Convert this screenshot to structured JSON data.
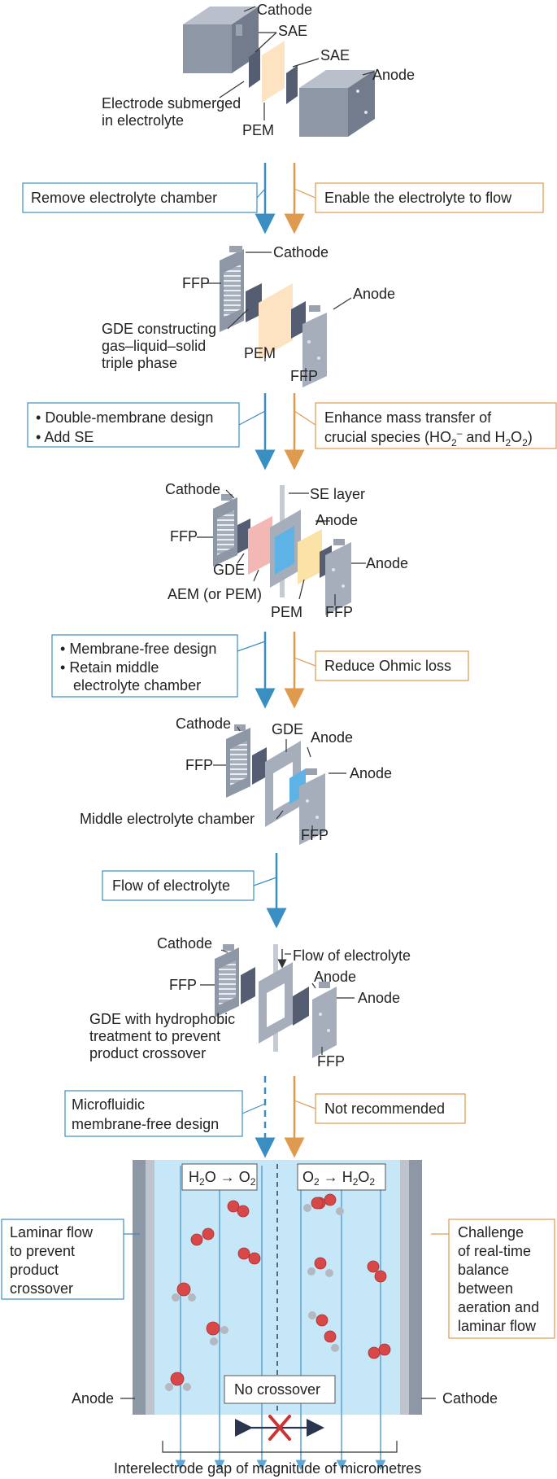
{
  "stage1": {
    "cathode": "Cathode",
    "sae_left": "SAE",
    "sae_right": "SAE",
    "anode": "Anode",
    "submerged_line1": "Electrode submerged",
    "submerged_line2": "in electrolyte",
    "pem": "PEM"
  },
  "step1": {
    "left_box": "Remove electrolyte chamber",
    "right_box": "Enable the electrolyte to flow"
  },
  "stage2": {
    "cathode": "Cathode",
    "ffp_left": "FFP",
    "anode": "Anode",
    "gde_line1": "GDE constructing",
    "gde_line2": "gas–liquid–solid",
    "gde_line3": "triple phase",
    "pem": "PEM",
    "ffp_right": "FFP"
  },
  "step2": {
    "left_item1": "Double-membrane design",
    "left_item2": "Add SE",
    "right_line1": "Enhance mass transfer of",
    "right_line2_pre": "crucial species (HO",
    "right_line2_sub": "2",
    "right_line2_sup": "–",
    "right_line2_mid": " and H",
    "right_line2_sub2": "2",
    "right_line2_mid2": "O",
    "right_line2_sub3": "2",
    "right_line2_end": ")"
  },
  "stage3": {
    "cathode": "Cathode",
    "se_layer": "SE layer",
    "anode_top": "Anode",
    "ffp_left": "FFP",
    "anode_right": "Anode",
    "gde": "GDE",
    "aem": "AEM (or PEM)",
    "pem": "PEM",
    "ffp_right": "FFP"
  },
  "step3": {
    "left_item1": "Membrane-free design",
    "left_item2_line1": "Retain middle",
    "left_item2_line2": "electrolyte chamber",
    "right_box": "Reduce Ohmic loss"
  },
  "stage4": {
    "cathode": "Cathode",
    "gde": "GDE",
    "anode_top": "Anode",
    "ffp_left": "FFP",
    "anode_right": "Anode",
    "middle_chamber": "Middle electrolyte chamber",
    "ffp_right": "FFP"
  },
  "step4": {
    "box": "Flow of electrolyte"
  },
  "stage5": {
    "cathode": "Cathode",
    "flow": "Flow of electrolyte",
    "anode_top": "Anode",
    "ffp_left": "FFP",
    "anode_right": "Anode",
    "gde_line1": "GDE with hydrophobic",
    "gde_line2": "treatment to prevent",
    "gde_line3": "product crossover",
    "ffp_right": "FFP"
  },
  "step5": {
    "left_line1": "Microfluidic",
    "left_line2": "membrane-free design",
    "right_box": "Not recommended"
  },
  "microfluidic": {
    "left_reaction_h": "H",
    "left_reaction_sub1": "2",
    "left_reaction_o": "O",
    "left_reaction_arrow": " → O",
    "left_reaction_sub2": "2",
    "right_reaction_o": "O",
    "right_reaction_sub1": "2",
    "right_reaction_arrow": " → H",
    "right_reaction_sub2": "2",
    "right_reaction_o2": "O",
    "right_reaction_sub3": "2",
    "laminar_line1": "Laminar flow",
    "laminar_line2": "to prevent",
    "laminar_line3": "product",
    "laminar_line4": "crossover",
    "challenge_line1": "Challenge",
    "challenge_line2": "of real-time",
    "challenge_line3": "balance",
    "challenge_line4": "between",
    "challenge_line5": "aeration and",
    "challenge_line6": "laminar flow",
    "no_crossover": "No crossover",
    "anode": "Anode",
    "cathode": "Cathode",
    "gap_label": "Interelectrode gap of magnitude of micrometres"
  },
  "colors": {
    "blue_accent": "#3a8fc2",
    "orange_accent": "#e09a4d",
    "channel_fill": "#c6e7f8",
    "electrode_gray": "#8e97a6",
    "oxygen_red": "#d94848",
    "hydrogen_gray": "#b4b8c0",
    "cross_red": "#cc3333"
  }
}
